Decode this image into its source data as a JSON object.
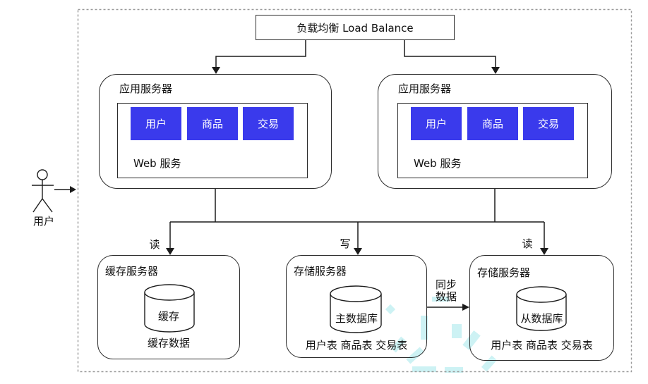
{
  "colors": {
    "module_fill": "#3a3aec",
    "module_text": "#ffffff",
    "line": "#1c1c1c",
    "box_border": "#2b2b2b",
    "dashed_border": "#999999",
    "watermark": "#cdf2f4",
    "background": "#ffffff"
  },
  "load_balancer": {
    "label": "负载均衡 Load Balance"
  },
  "actor": {
    "label": "用户"
  },
  "app_servers": [
    {
      "title": "应用服务器",
      "container_label": "Web 服务",
      "modules": [
        "用户",
        "商品",
        "交易"
      ]
    },
    {
      "title": "应用服务器",
      "container_label": "Web 服务",
      "modules": [
        "用户",
        "商品",
        "交易"
      ]
    }
  ],
  "cache_server": {
    "title": "缓存服务器",
    "cylinder_label": "缓存",
    "caption": "缓存数据"
  },
  "master_db_server": {
    "title": "存储服务器",
    "cylinder_label": "主数据库",
    "caption": "用户表 商品表 交易表"
  },
  "slave_db_server": {
    "title": "存储服务器",
    "cylinder_label": "从数据库",
    "caption": "用户表 商品表 交易表"
  },
  "edge_labels": {
    "read_cache": "读",
    "write_master": "写",
    "read_slave": "读",
    "sync_line1": "同步",
    "sync_line2": "数据"
  }
}
